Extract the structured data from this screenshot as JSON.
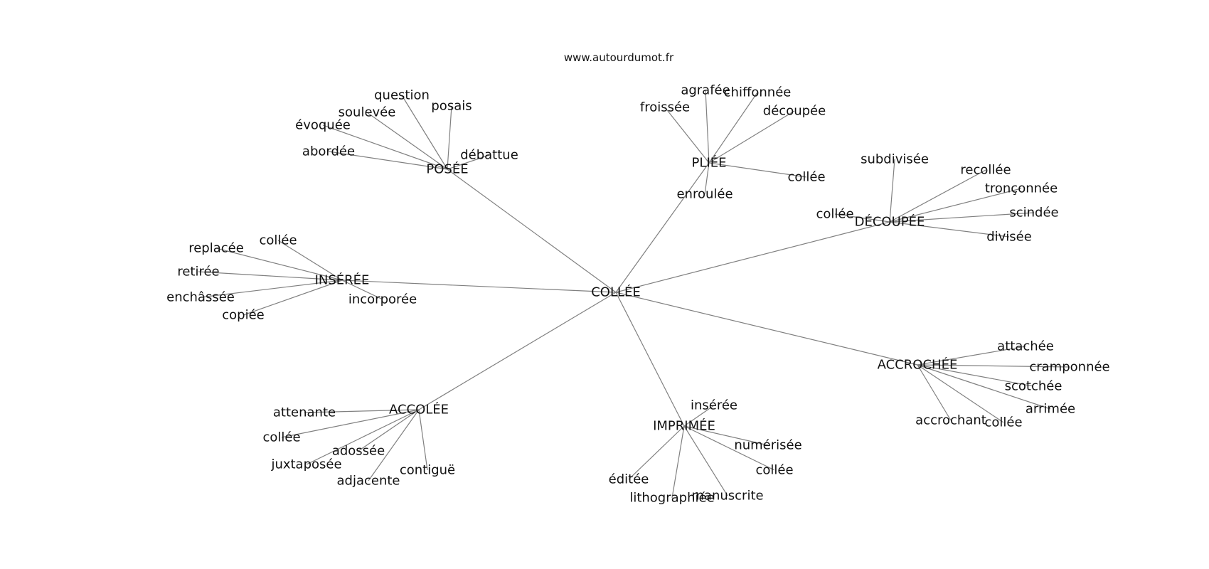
{
  "header": {
    "source_url": "www.autourdumot.fr"
  },
  "style": {
    "edge_color": "#808080",
    "text_color": "#111111",
    "background": "#ffffff"
  },
  "graph": {
    "root": "COLLÉE",
    "groups": [
      {
        "hub": "POSÉE",
        "leaves": [
          "question",
          "posais",
          "soulevée",
          "évoquée",
          "abordée",
          "débattue"
        ]
      },
      {
        "hub": "PLIÉE",
        "leaves": [
          "agrafée",
          "chiffonnée",
          "froissée",
          "découpée",
          "collée",
          "enroulée"
        ]
      },
      {
        "hub": "DÉCOUPÉE",
        "leaves": [
          "subdivisée",
          "recollée",
          "tronçonnée",
          "collée",
          "scindée",
          "divisée"
        ]
      },
      {
        "hub": "INSÉRÉE",
        "leaves": [
          "collée",
          "replacée",
          "retirée",
          "enchâssée",
          "copiée",
          "incorporée"
        ]
      },
      {
        "hub": "ACCROCHÉE",
        "leaves": [
          "attachée",
          "cramponnée",
          "scotchée",
          "arrimée",
          "accrochant",
          "collée"
        ]
      },
      {
        "hub": "ACCOLÉE",
        "leaves": [
          "attenante",
          "collée",
          "adossée",
          "juxtaposée",
          "adjacente",
          "contiguë"
        ]
      },
      {
        "hub": "IMPRIMÉE",
        "leaves": [
          "insérée",
          "numérisée",
          "collée",
          "éditée",
          "lithographiée",
          "manuscrite"
        ]
      }
    ]
  }
}
